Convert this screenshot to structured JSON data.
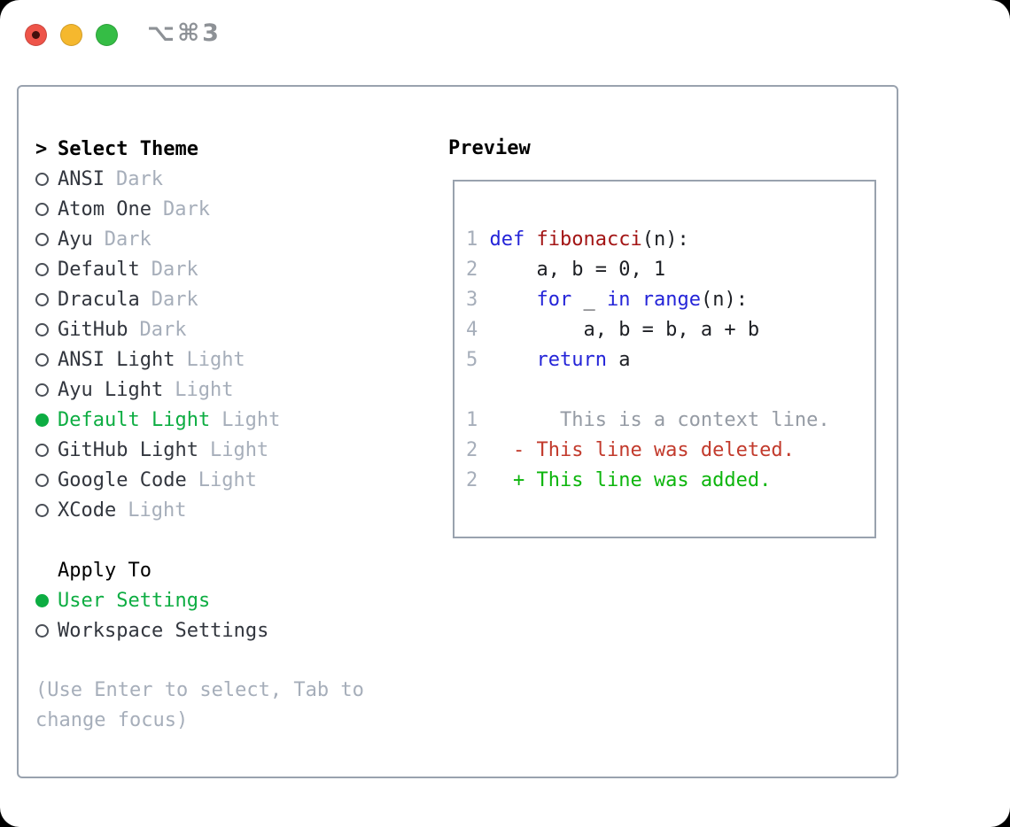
{
  "window": {
    "title": "⌥⌘3",
    "traffic_lights": [
      "close",
      "minimize",
      "zoom"
    ]
  },
  "colors": {
    "light_red": "#ee5449",
    "light_red_dot": "#43100c",
    "light_yellow": "#f5b82e",
    "light_green": "#35bd45",
    "title_gray": "#8d9196",
    "border": "#99a2ae",
    "header": "#000000",
    "text": "#32363e",
    "muted": "#a6aeba",
    "radio_ring": "#4b5058",
    "accent_green": "#0dad42",
    "code_text": "#1d1f24",
    "keyword": "#2424d8",
    "function": "#a31515",
    "context": "#959ba4",
    "deleted": "#c23a2c",
    "added": "#0db50d"
  },
  "theme_menu": {
    "cursor": ">",
    "header": "Select Theme",
    "items": [
      {
        "name": "ANSI",
        "tag": "Dark",
        "selected": false
      },
      {
        "name": "Atom One",
        "tag": "Dark",
        "selected": false
      },
      {
        "name": "Ayu",
        "tag": "Dark",
        "selected": false
      },
      {
        "name": "Default",
        "tag": "Dark",
        "selected": false
      },
      {
        "name": "Dracula",
        "tag": "Dark",
        "selected": false
      },
      {
        "name": "GitHub",
        "tag": "Dark",
        "selected": false
      },
      {
        "name": "ANSI Light",
        "tag": "Light",
        "selected": false
      },
      {
        "name": "Ayu Light",
        "tag": "Light",
        "selected": false
      },
      {
        "name": "Default Light",
        "tag": "Light",
        "selected": true
      },
      {
        "name": "GitHub Light",
        "tag": "Light",
        "selected": false
      },
      {
        "name": "Google Code",
        "tag": "Light",
        "selected": false
      },
      {
        "name": "XCode",
        "tag": "Light",
        "selected": false
      }
    ]
  },
  "apply_to": {
    "header": "Apply To",
    "items": [
      {
        "name": "User Settings",
        "selected": true
      },
      {
        "name": "Workspace Settings",
        "selected": false
      }
    ]
  },
  "hint": "(Use Enter to select, Tab to change focus)",
  "preview": {
    "header": "Preview",
    "lines": [
      {
        "kind": "code",
        "num": "1",
        "segments": [
          {
            "t": "def",
            "c": "kw"
          },
          {
            "t": " "
          },
          {
            "t": "fibonacci",
            "c": "fn"
          },
          {
            "t": "(n):"
          }
        ]
      },
      {
        "kind": "code",
        "num": "2",
        "segments": [
          {
            "t": "    a, b = 0, 1"
          }
        ]
      },
      {
        "kind": "code",
        "num": "3",
        "segments": [
          {
            "t": "    "
          },
          {
            "t": "for",
            "c": "kw"
          },
          {
            "t": " _ "
          },
          {
            "t": "in",
            "c": "kw"
          },
          {
            "t": " "
          },
          {
            "t": "range",
            "c": "kw"
          },
          {
            "t": "(n):"
          }
        ]
      },
      {
        "kind": "code",
        "num": "4",
        "segments": [
          {
            "t": "        a, b = b, a + b"
          }
        ]
      },
      {
        "kind": "code",
        "num": "5",
        "segments": [
          {
            "t": "    "
          },
          {
            "t": "return",
            "c": "kw"
          },
          {
            "t": " a"
          }
        ]
      },
      {
        "kind": "blank",
        "num": "",
        "segments": []
      },
      {
        "kind": "diff-context",
        "num": "1",
        "segments": [
          {
            "t": "      This is a context line.",
            "c": "ctx"
          }
        ]
      },
      {
        "kind": "diff-deleted",
        "num": "2",
        "segments": [
          {
            "t": "  "
          },
          {
            "t": "- This line was deleted.",
            "c": "del"
          }
        ]
      },
      {
        "kind": "diff-added",
        "num": "2",
        "segments": [
          {
            "t": "  "
          },
          {
            "t": "+ This line was added.",
            "c": "add"
          }
        ]
      }
    ]
  }
}
